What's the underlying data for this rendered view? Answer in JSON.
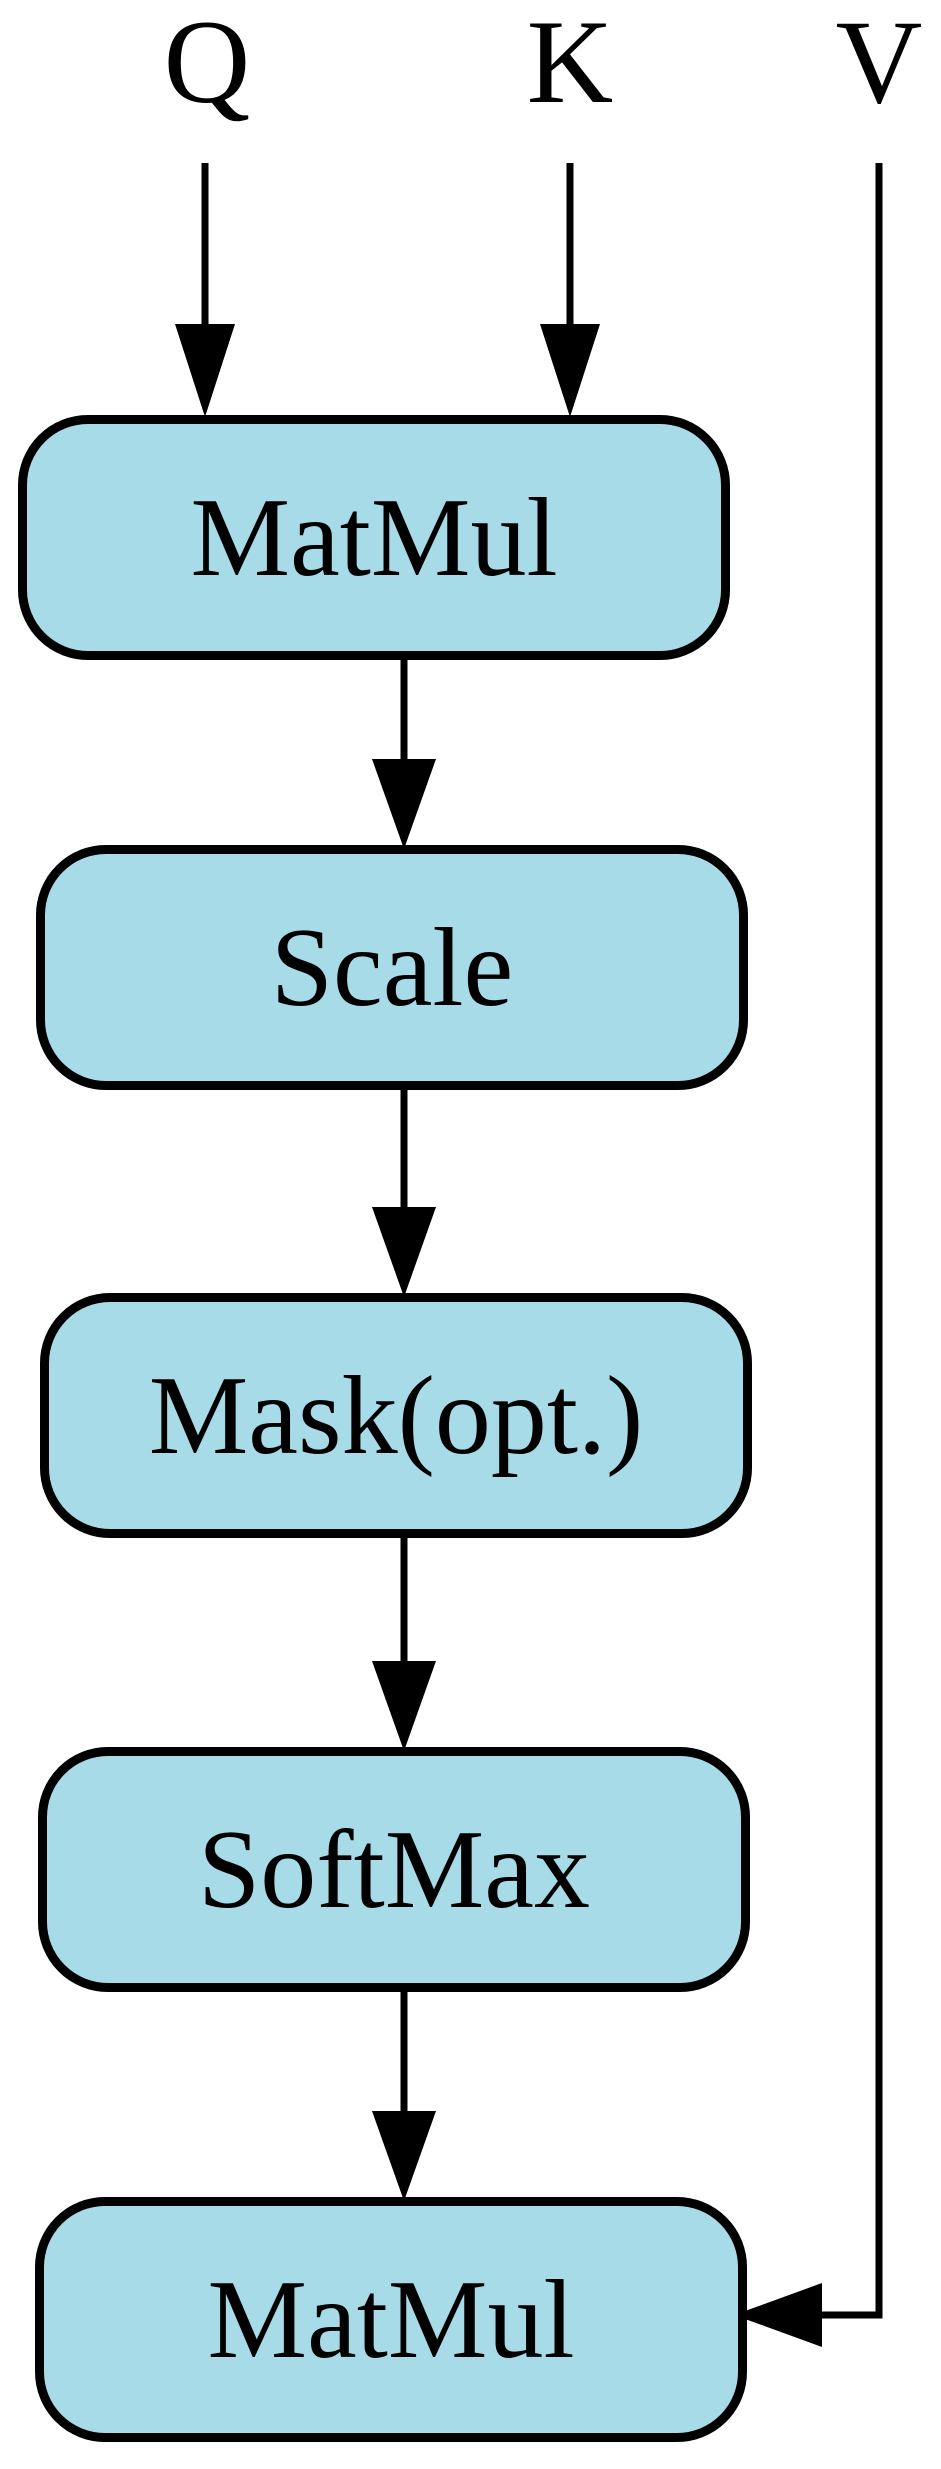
{
  "diagram": {
    "kind": "flow-diagram",
    "inputs": [
      {
        "id": "q",
        "label": "Q"
      },
      {
        "id": "k",
        "label": "K"
      },
      {
        "id": "v",
        "label": "V"
      }
    ],
    "nodes": [
      {
        "id": "matmul-1",
        "label": "MatMul"
      },
      {
        "id": "scale",
        "label": "Scale"
      },
      {
        "id": "mask",
        "label": "Mask(opt.)"
      },
      {
        "id": "softmax",
        "label": "SoftMax"
      },
      {
        "id": "matmul-2",
        "label": "MatMul"
      }
    ],
    "edges": [
      {
        "from": "q",
        "to": "matmul-1",
        "direction": "down"
      },
      {
        "from": "k",
        "to": "matmul-1",
        "direction": "down"
      },
      {
        "from": "matmul-1",
        "to": "scale",
        "direction": "down"
      },
      {
        "from": "scale",
        "to": "mask",
        "direction": "down"
      },
      {
        "from": "mask",
        "to": "softmax",
        "direction": "down"
      },
      {
        "from": "softmax",
        "to": "matmul-2",
        "direction": "down"
      },
      {
        "from": "v",
        "to": "matmul-2",
        "direction": "down-then-left"
      }
    ],
    "colors": {
      "node_fill": "#a7dbe7",
      "stroke": "#000000",
      "background": "#ffffff"
    }
  }
}
